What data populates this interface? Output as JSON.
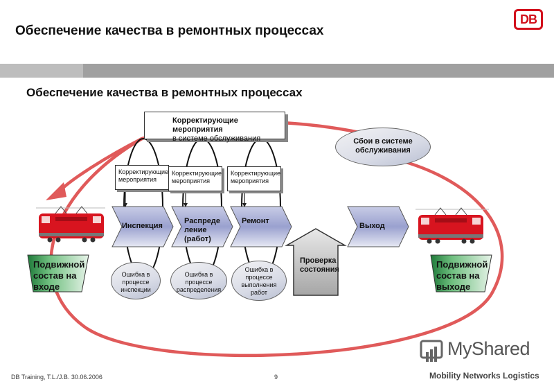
{
  "header": {
    "title": "Обеспечение качества в ремонтных процессах",
    "logo_text": "DB"
  },
  "main": {
    "subtitle": "Обеспечение качества в ремонтных процессах"
  },
  "diagram": {
    "corrective_box": {
      "line1": "Корректирующие мероприятия",
      "line2": "в системе обслуживания"
    },
    "failures_bubble": {
      "line1": "Сбои в системе",
      "line2": "обслуживания"
    },
    "notes": [
      {
        "line1": "Корректирующие",
        "line2": "мероприятия"
      },
      {
        "line1": "Корректирующие",
        "line2": "мероприятия"
      },
      {
        "line1": "Корректирующие",
        "line2": "мероприятия"
      }
    ],
    "steps": [
      {
        "line1": "Инспекция",
        "line2": "",
        "line3": ""
      },
      {
        "line1": "Распреде",
        "line2": "ление",
        "line3": "(работ)"
      },
      {
        "line1": "Ремонт",
        "line2": "",
        "line3": ""
      },
      {
        "line1": "Выход",
        "line2": "",
        "line3": ""
      }
    ],
    "error_bubbles": [
      {
        "line1": "Ошибка в",
        "line2": "процессе",
        "line3": "инспекции",
        "line4": ""
      },
      {
        "line1": "Ошибка в",
        "line2": "процессе",
        "line3": "распределения",
        "line4": ""
      },
      {
        "line1": "Ошибка в",
        "line2": "процессе",
        "line3": "выполнения",
        "line4": "работ"
      }
    ],
    "check": {
      "line1": "Проверка",
      "line2": "состояния"
    },
    "input_label": {
      "line1": "Подвижной",
      "line2": "состав на",
      "line3": "входе"
    },
    "output_label": {
      "line1": "Подвижной",
      "line2": "состав на",
      "line3": "выходе"
    }
  },
  "footer": {
    "left": "DB Training, T.L./J.B. 30.06.2006",
    "page": "9",
    "watermark": "MyShared",
    "brand": "Mobility Networks Logistics"
  },
  "colors": {
    "accent_red": "#d2101c",
    "loop_red": "#e05a5a",
    "chevron_blue": "#8e96c8",
    "green_label": "#2e8b4a"
  }
}
